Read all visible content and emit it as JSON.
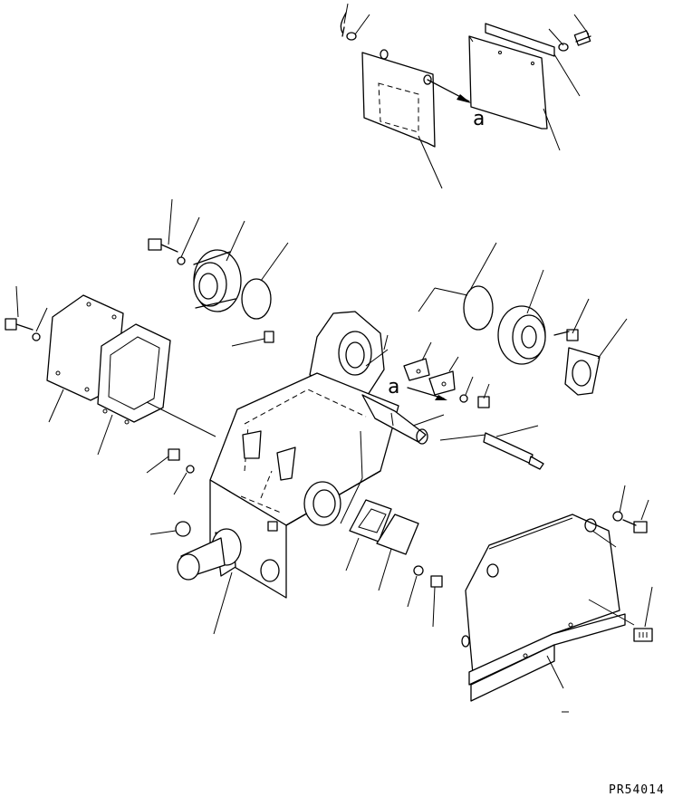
{
  "diagram": {
    "reference_labels": [
      "a",
      "a"
    ],
    "drawing_code": "PR54014"
  }
}
